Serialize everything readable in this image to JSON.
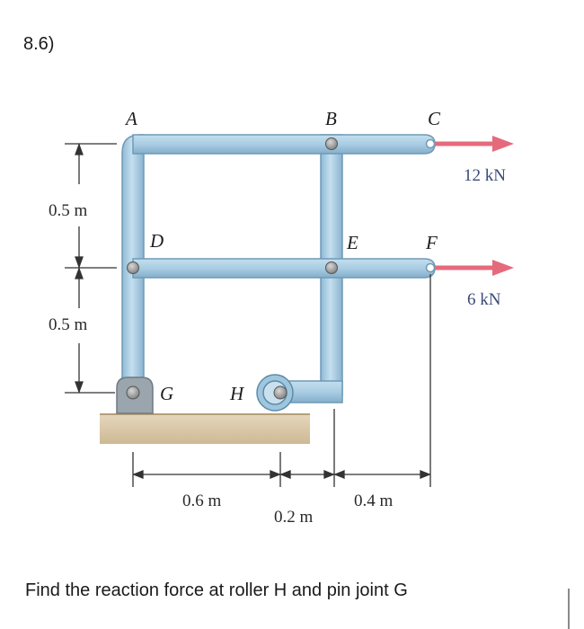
{
  "problem": {
    "number": "8.6)"
  },
  "question": {
    "text": "Find the reaction force at roller H and pin joint G"
  },
  "diagram": {
    "points": {
      "A": "A",
      "B": "B",
      "C": "C",
      "D": "D",
      "E": "E",
      "F": "F",
      "G": "G",
      "H": "H"
    },
    "dimensions": {
      "v_top": "0.5 m",
      "v_bottom": "0.5 m",
      "h1": "0.6 m",
      "h2": "0.2 m",
      "h3": "0.4 m"
    },
    "forces": {
      "C": "12 kN",
      "F": "6 kN"
    },
    "colors": {
      "member_fill": "#a9cde3",
      "member_edge": "#6f9ab5",
      "force_arrow": "#e56a7c",
      "ground": "#d8c7a8",
      "pin": "#9a9a9a"
    }
  }
}
